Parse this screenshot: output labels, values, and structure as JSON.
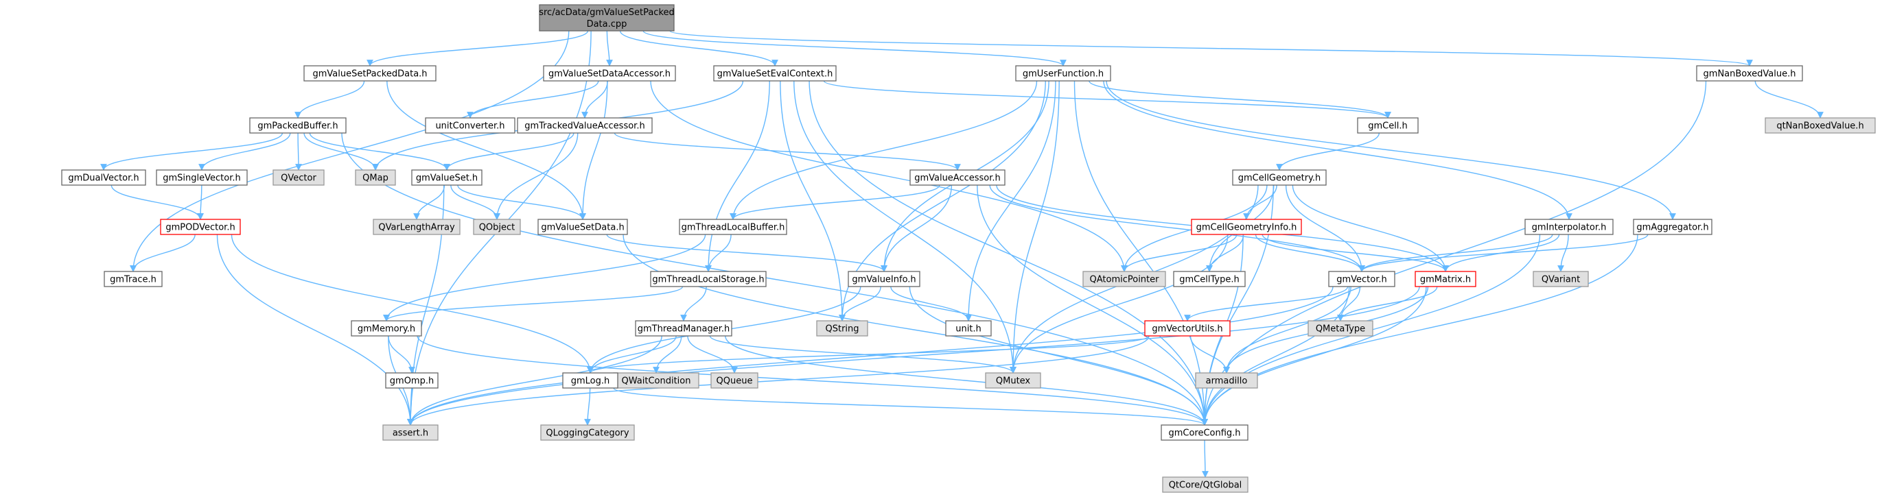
{
  "nodes": {
    "root": {
      "line1": "src/acData/gmValueSetPacked",
      "line2": "Data.cpp"
    },
    "gmValueSetPackedData_h": "gmValueSetPackedData.h",
    "gmValueSetDataAccessor_h": "gmValueSetDataAccessor.h",
    "gmValueSetEvalContext_h": "gmValueSetEvalContext.h",
    "gmUserFunction_h": "gmUserFunction.h",
    "gmNanBoxedValue_h": "gmNanBoxedValue.h",
    "qtNanBoxedValue_h": "qtNanBoxedValue.h",
    "gmPackedBuffer_h": "gmPackedBuffer.h",
    "unitConverter_h": "unitConverter.h",
    "gmTrackedValueAccessor_h": "gmTrackedValueAccessor.h",
    "gmCell_h": "gmCell.h",
    "gmCellGeometry_h": "gmCellGeometry.h",
    "gmDualVector_h": "gmDualVector.h",
    "gmSingleVector_h": "gmSingleVector.h",
    "QVector": "QVector",
    "QMap": "QMap",
    "gmValueSet_h": "gmValueSet.h",
    "gmValueAccessor_h": "gmValueAccessor.h",
    "gmPODVector_h": "gmPODVector.h",
    "QVarLengthArray": "QVarLengthArray",
    "QObject": "QObject",
    "gmValueSetData_h": "gmValueSetData.h",
    "gmThreadLocalBuffer_h": "gmThreadLocalBuffer.h",
    "gmCellGeometryInfo_h": "gmCellGeometryInfo.h",
    "gmInterpolator_h": "gmInterpolator.h",
    "gmAggregator_h": "gmAggregator.h",
    "gmTrace_h": "gmTrace.h",
    "gmThreadLocalStorage_h": "gmThreadLocalStorage.h",
    "gmValueInfo_h": "gmValueInfo.h",
    "QAtomicPointer": "QAtomicPointer",
    "gmCellType_h": "gmCellType.h",
    "gmVector_h": "gmVector.h",
    "gmMatrix_h": "gmMatrix.h",
    "QVariant": "QVariant",
    "gmMemory_h": "gmMemory.h",
    "QString": "QString",
    "unit_h": "unit.h",
    "QMetaType": "QMetaType",
    "gmVectorUtils_h": "gmVectorUtils.h",
    "gmThreadManager_h": "gmThreadManager.h",
    "gmOmp_h": "gmOmp.h",
    "QWaitCondition": "QWaitCondition",
    "QQueue": "QQueue",
    "QMutex": "QMutex",
    "gmLog_h": "gmLog.h",
    "armadillo": "armadillo",
    "assert_h": "assert.h",
    "QLoggingCategory": "QLoggingCategory",
    "gmCoreConfig_h": "gmCoreConfig.h",
    "QtCore_QtGlobal": "QtCore/QtGlobal"
  },
  "colors": {
    "edge": "#63b8ff",
    "normal_border": "#666666",
    "system_fill": "#e0e0e0",
    "system_border": "#999999",
    "highlight_border": "#ff0000",
    "root_fill": "#999999"
  }
}
